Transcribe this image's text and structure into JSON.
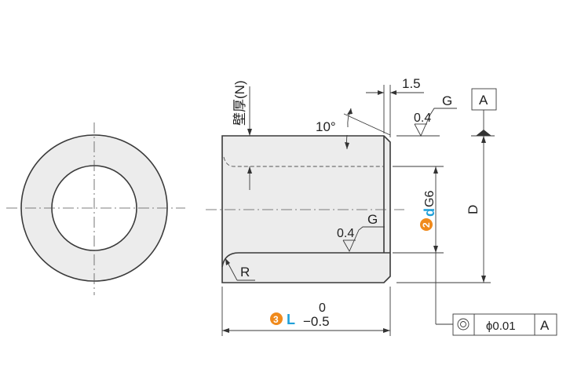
{
  "labels": {
    "wall_thickness": "壁厚(N)",
    "chamfer": "1.5",
    "angle": "10°",
    "g_top": "G",
    "roughness_top": "0.4",
    "datum_a": "A",
    "dim_d": "D",
    "badge_2": "2",
    "d_letter": "d",
    "d_tol": "G6",
    "g_mid": "G",
    "roughness_mid": "0.4",
    "radius": "R",
    "badge_3": "3",
    "l_letter": "L",
    "tol_upper": "0",
    "tol_lower": "−0.5",
    "fcf_tol": "ϕ0.01",
    "fcf_datum": "A"
  }
}
